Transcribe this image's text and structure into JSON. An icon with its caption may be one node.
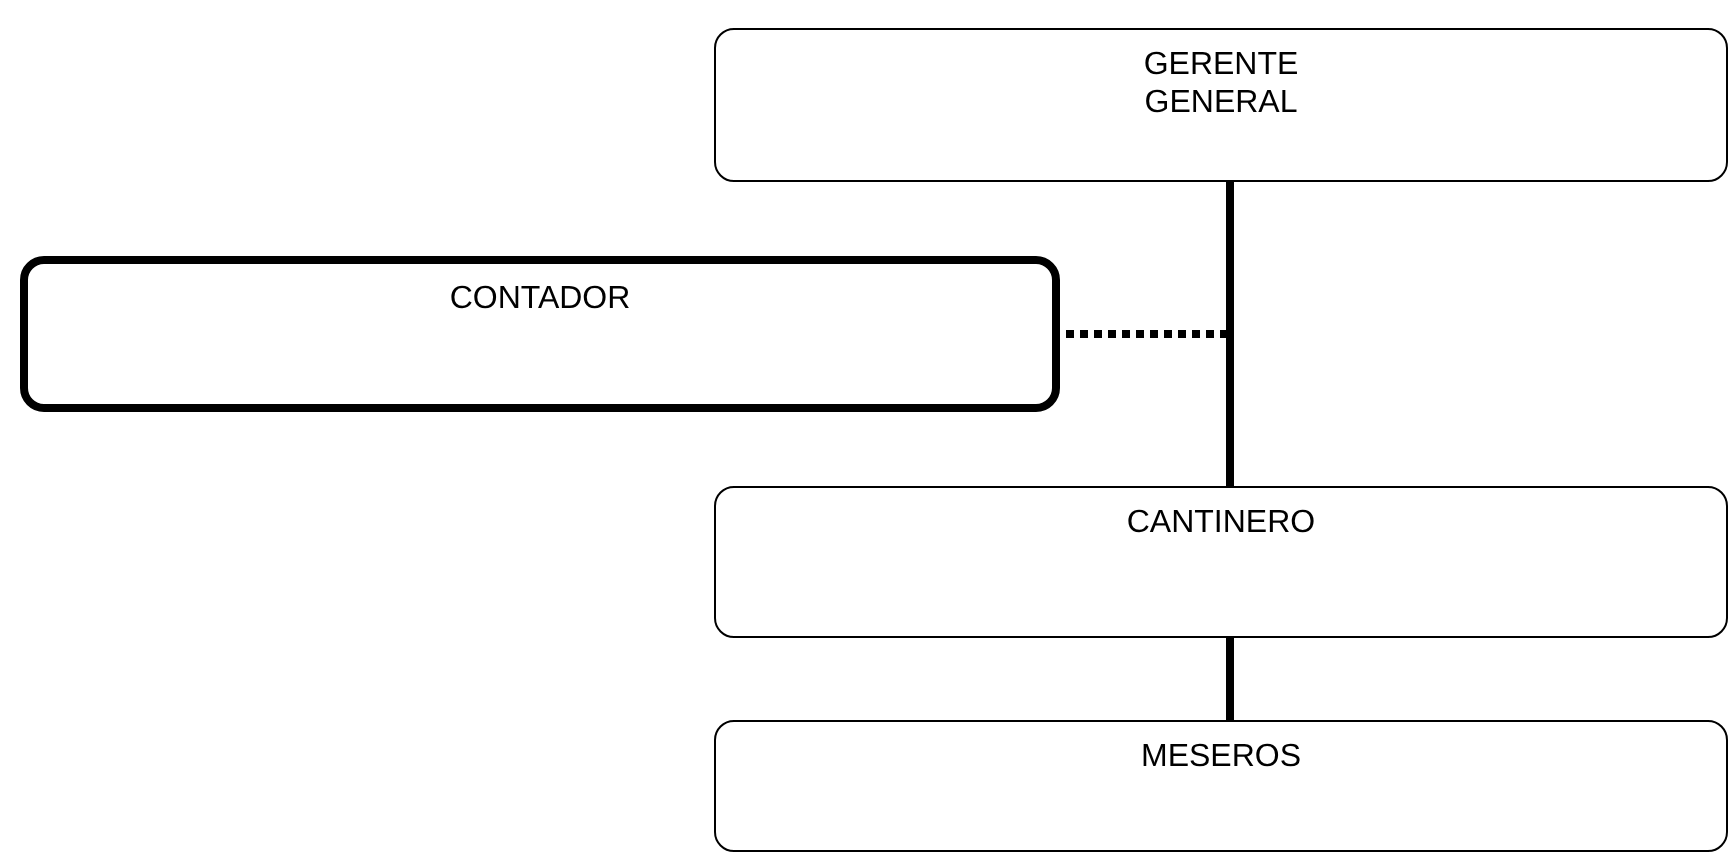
{
  "diagram": {
    "nodes": [
      {
        "text": [
          "GERENTE GENERAL"
        ]
      },
      {
        "text": [
          "CONTADOR"
        ]
      },
      {
        "text": [
          "CANTINERO"
        ]
      },
      {
        "text": [
          "MESEROS"
        ]
      }
    ],
    "edges": [
      {
        "from": 0,
        "to": 2,
        "arrow": "none"
      },
      {
        "from": 0,
        "to": 1,
        "arrow": "none",
        "style": "dashed"
      },
      {
        "from": 2,
        "to": 3,
        "arrow": "none"
      }
    ]
  }
}
